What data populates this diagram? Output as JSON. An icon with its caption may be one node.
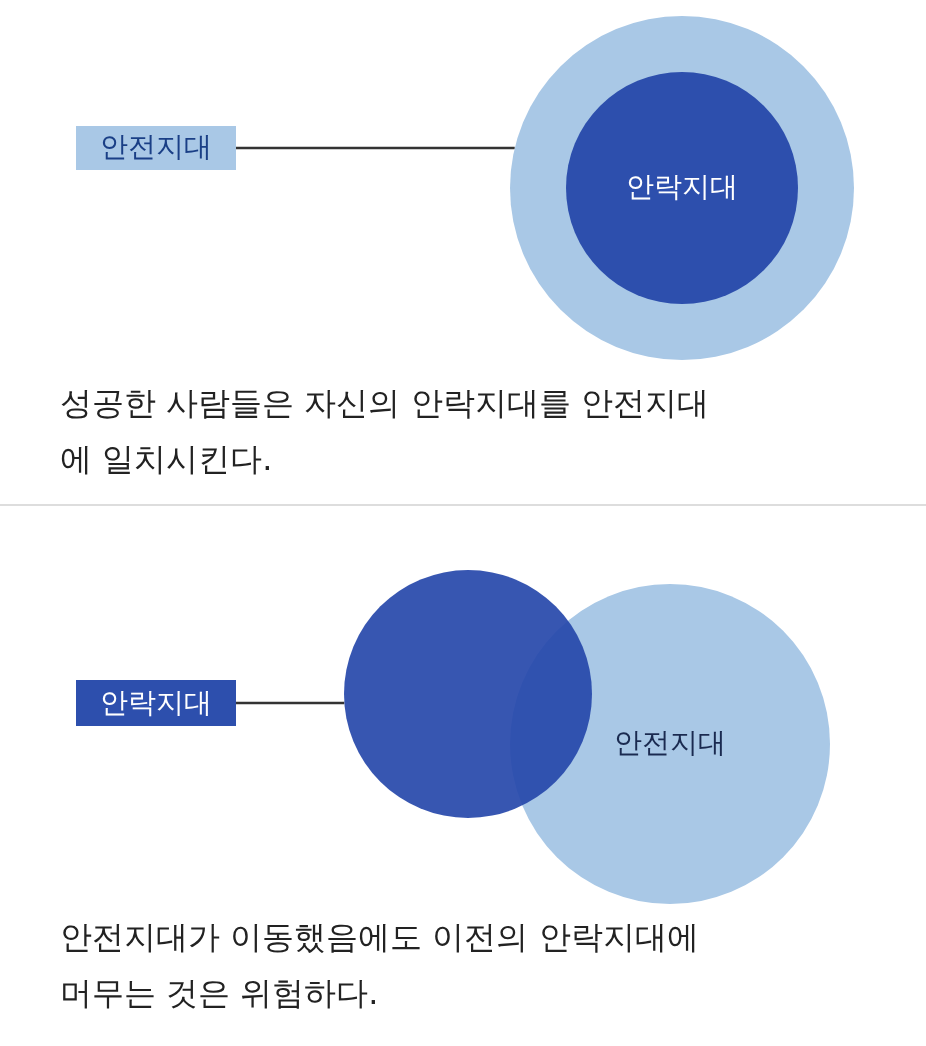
{
  "diagram": {
    "nodes": [
      {
        "text": [
          "안전지대"
        ]
      },
      {
        "text": [],
        "shape": "circle"
      },
      {
        "text": [
          "안락지대"
        ],
        "in": 1
      },
      {
        "text": [
          "안락지대"
        ]
      },
      {
        "text": [],
        "shape": "circle"
      },
      {
        "text": [
          "안전지대"
        ]
      }
    ],
    "edges": [
      {
        "from": 0,
        "to": 1,
        "arrow": "none"
      },
      {
        "from": 3,
        "to": 4,
        "arrow": "none"
      }
    ],
    "labels": [
      "성공한 사람들은 자신의 안락지대를 안전지대에 일치시킨다.",
      "안전지대가 이동했음에도 이전의 안락지대에 머무는 것은 위험하다."
    ]
  }
}
